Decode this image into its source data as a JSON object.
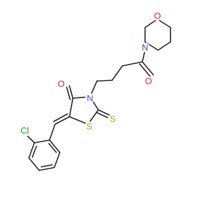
{
  "molecule": {
    "atoms": {
      "O_morpholine": "O",
      "N_morpholine": "N",
      "O_amide": "O",
      "N_ring": "N",
      "O_ketone": "O",
      "S_thione": "S",
      "S_ring": "S",
      "Cl": "Cl"
    }
  },
  "colors": {
    "bond": "#222222",
    "oxygen": "#e02020",
    "nitrogen": "#3050f8",
    "sulfur": "#b8a000",
    "chlorine": "#1fa01f"
  }
}
